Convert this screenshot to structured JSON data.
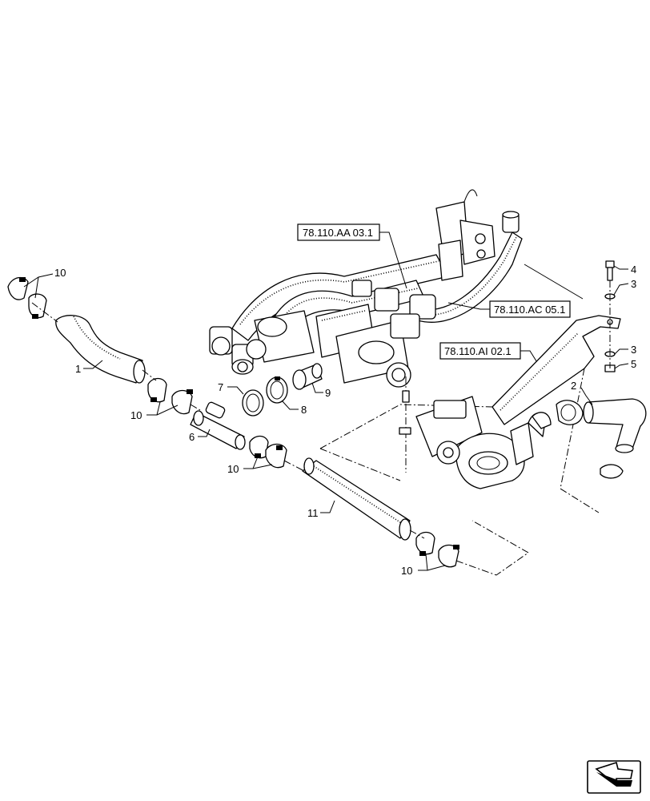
{
  "references": [
    {
      "id": "ref-aa",
      "text": "78.110.AA 03.1"
    },
    {
      "id": "ref-ac",
      "text": "78.110.AC 05.1"
    },
    {
      "id": "ref-ai",
      "text": "78.110.AI 02.1"
    }
  ],
  "callouts": {
    "c1": "1",
    "c2": "2",
    "c3a": "3",
    "c3b": "3",
    "c4": "4",
    "c5": "5",
    "c6": "6",
    "c7": "7",
    "c8": "8",
    "c9": "9",
    "c10a": "10",
    "c10b": "10",
    "c10c": "10",
    "c10d": "10",
    "c11": "11"
  },
  "nav_icon": "next-page-arrow-icon"
}
